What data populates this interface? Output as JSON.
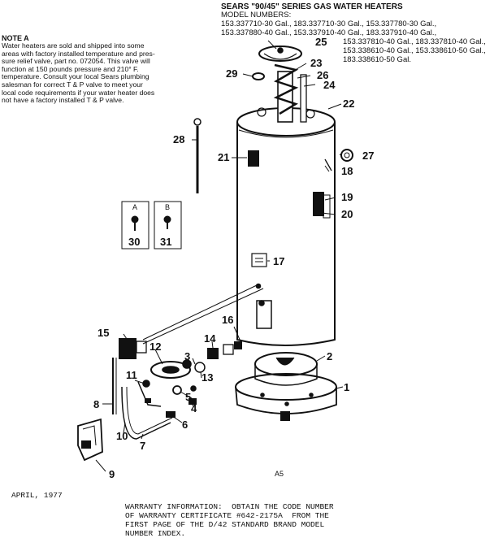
{
  "header": {
    "series": "SEARS \"90/45\" SERIES GAS WATER HEATERS",
    "model_label": "MODEL NUMBERS:",
    "models": [
      "153.337710-30 Gal., 183.337710-30 Gal., 153.337780-30 Gal.,",
      "153.337880-40 Gal., 153.337910-40 Gal., 183.337910-40 Gal.,",
      "153.337810-40 Gal., 183.337810-40 Gal.,",
      "153.338610-40 Gal., 153.338610-50 Gal.,",
      "183.338610-50 Gal."
    ]
  },
  "note": {
    "title": "NOTE A",
    "lines": [
      "Water heaters are sold and shipped into some",
      "areas with factory installed temperature and pres-",
      "sure relief valve, part no. 072054. This valve will",
      "function at 150 pounds pressure and 210° F.",
      "temperature. Consult your local Sears plumbing",
      "salesman for correct T & P valve to meet your",
      "local code requirements if your water heater does",
      "not have a factory installed T & P valve."
    ]
  },
  "screws": {
    "a_letter": "A",
    "b_letter": "B",
    "a_number": "30",
    "b_number": "31"
  },
  "parts": [
    "1",
    "2",
    "3",
    "4",
    "5",
    "6",
    "7",
    "8",
    "9",
    "10",
    "11",
    "12",
    "13",
    "14",
    "15",
    "16",
    "17",
    "18",
    "19",
    "20",
    "21",
    "22",
    "23",
    "24",
    "25",
    "26",
    "27",
    "28",
    "29"
  ],
  "page_code": "A5",
  "footer": {
    "date": "APRIL, 1977",
    "warranty": [
      "WARRANTY INFORMATION:  OBTAIN THE CODE NUMBER",
      "OF WARRANTY CERTIFICATE #642-2175A  FROM THE",
      "FIRST PAGE OF THE D/42 STANDARD BRAND MODEL",
      "NUMBER INDEX."
    ]
  },
  "colors": {
    "ink": "#111111",
    "paper": "#ffffff"
  }
}
